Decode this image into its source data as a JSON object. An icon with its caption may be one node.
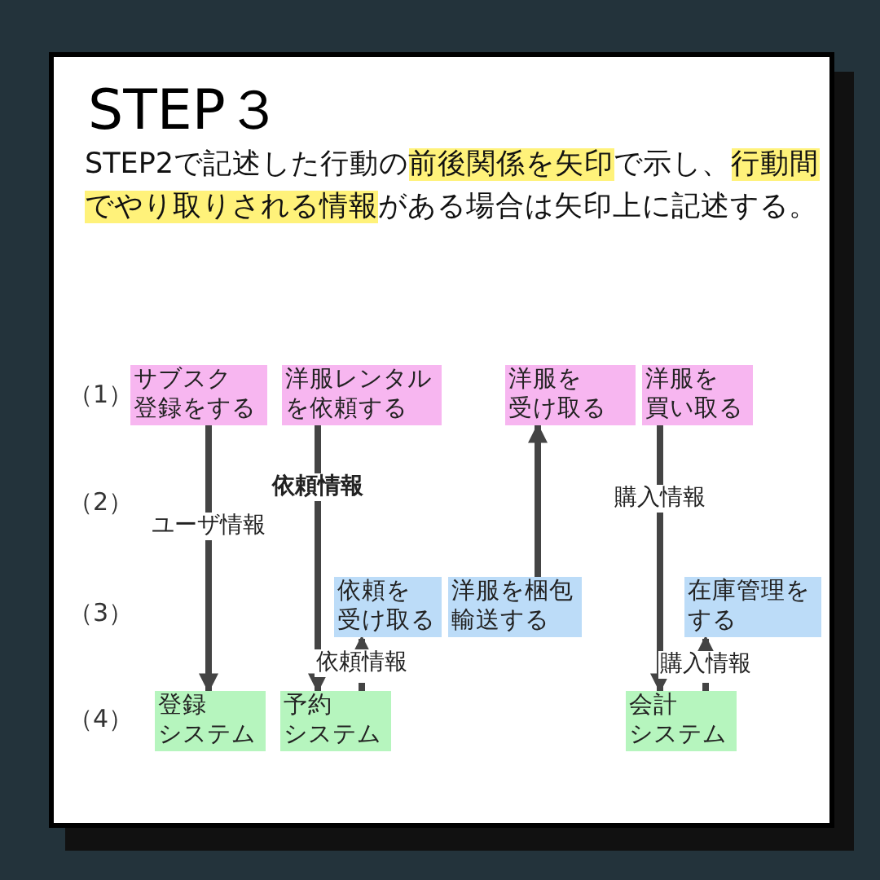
{
  "diagram": {
    "title": "STEP３",
    "caption": "STEP2で記述した行動の**前後関係を矢印**で示し、**行動間でやり取りされる情報**がある場合は矢印上に記述する。",
    "nodes": [
      {
        "text": [
          "サブスク登録をする"
        ]
      },
      {
        "text": [
          "洋服レンタルを依頼する"
        ]
      },
      {
        "text": [
          "洋服を受け取る"
        ]
      },
      {
        "text": [
          "洋服を買い取る"
        ]
      },
      {
        "text": [
          "依頼を受け取る"
        ]
      },
      {
        "text": [
          "洋服を梱包輸送する"
        ]
      },
      {
        "text": [
          "在庫管理をする"
        ]
      },
      {
        "text": [
          "登録システム"
        ]
      },
      {
        "text": [
          "予約システム"
        ]
      },
      {
        "text": [
          "会計システム"
        ]
      }
    ],
    "edges": [
      {
        "from": 0,
        "to": 7,
        "arrow": "to",
        "label": "ユーザ情報"
      },
      {
        "from": 1,
        "to": 8,
        "arrow": "to",
        "label": "**依頼情報**"
      },
      {
        "from": 8,
        "to": 4,
        "arrow": "to",
        "label": "依頼情報",
        "style": "dashed"
      },
      {
        "from": 5,
        "to": 2,
        "arrow": "to"
      },
      {
        "from": 3,
        "to": 9,
        "arrow": "to",
        "label": "購入情報"
      },
      {
        "from": 9,
        "to": 6,
        "arrow": "to",
        "label": "購入情報",
        "style": "dashed"
      }
    ],
    "labels": [
      "（1）",
      "（2）",
      "（3）",
      "（4）"
    ]
  }
}
